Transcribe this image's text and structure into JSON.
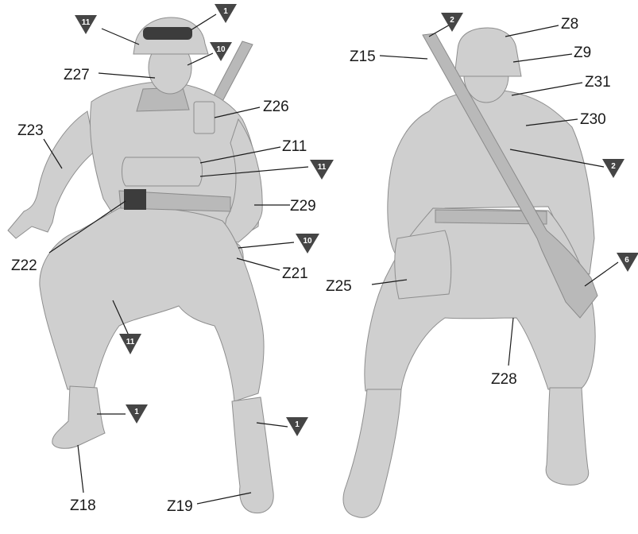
{
  "figures": [
    {
      "name": "front-view"
    },
    {
      "name": "rear-view"
    }
  ],
  "labels": {
    "z27": "Z27",
    "z26": "Z26",
    "z23": "Z23",
    "z11": "Z11",
    "z29": "Z29",
    "z22": "Z22",
    "z21": "Z21",
    "z18": "Z18",
    "z19": "Z19",
    "z15": "Z15",
    "z8": "Z8",
    "z9": "Z9",
    "z31": "Z31",
    "z30": "Z30",
    "z25": "Z25",
    "z28": "Z28"
  },
  "markers": {
    "helmet_left": "11",
    "helmet_right": "1",
    "face": "10",
    "canister": "11",
    "hand": "10",
    "leg": "11",
    "boot_left": "1",
    "boot_right": "1",
    "rifle_tip": "2",
    "rifle_sling": "2",
    "rifle_stock": "6"
  },
  "colors": {
    "marker_fill": "#454545",
    "figure_fill": "#cfcfcf",
    "text": "#1a1a1a"
  }
}
